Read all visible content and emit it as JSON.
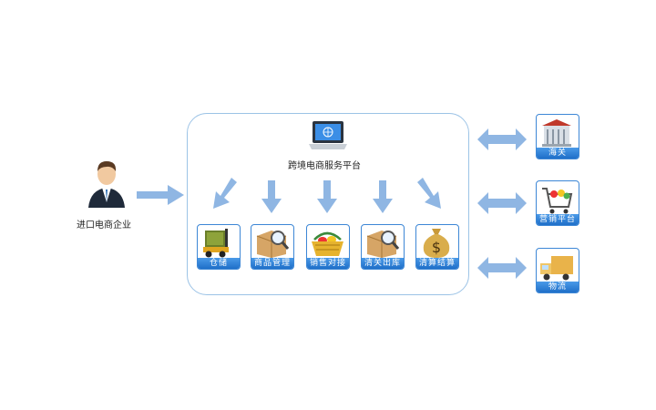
{
  "importer": {
    "label": "进口电商企业",
    "icon": "businessman-icon"
  },
  "platform": {
    "label": "跨境电商服务平台",
    "icon": "laptop-icon"
  },
  "modules": [
    {
      "label": "仓储",
      "icon": "forklift-icon"
    },
    {
      "label": "商品管理",
      "icon": "box-magnifier-icon"
    },
    {
      "label": "销售对接",
      "icon": "basket-icon"
    },
    {
      "label": "清关出库",
      "icon": "box-magnifier-icon"
    },
    {
      "label": "清算结算",
      "icon": "money-bag-icon"
    }
  ],
  "partners": [
    {
      "label": "海关",
      "icon": "building-icon"
    },
    {
      "label": "营销平台",
      "icon": "shopping-cart-icon"
    },
    {
      "label": "物流",
      "icon": "delivery-truck-icon"
    }
  ],
  "colors": {
    "arrow": "#8fb6e3",
    "tile_border": "#3d87d6",
    "caption": "#2a7bd4",
    "frame": "#9cc3e6"
  }
}
